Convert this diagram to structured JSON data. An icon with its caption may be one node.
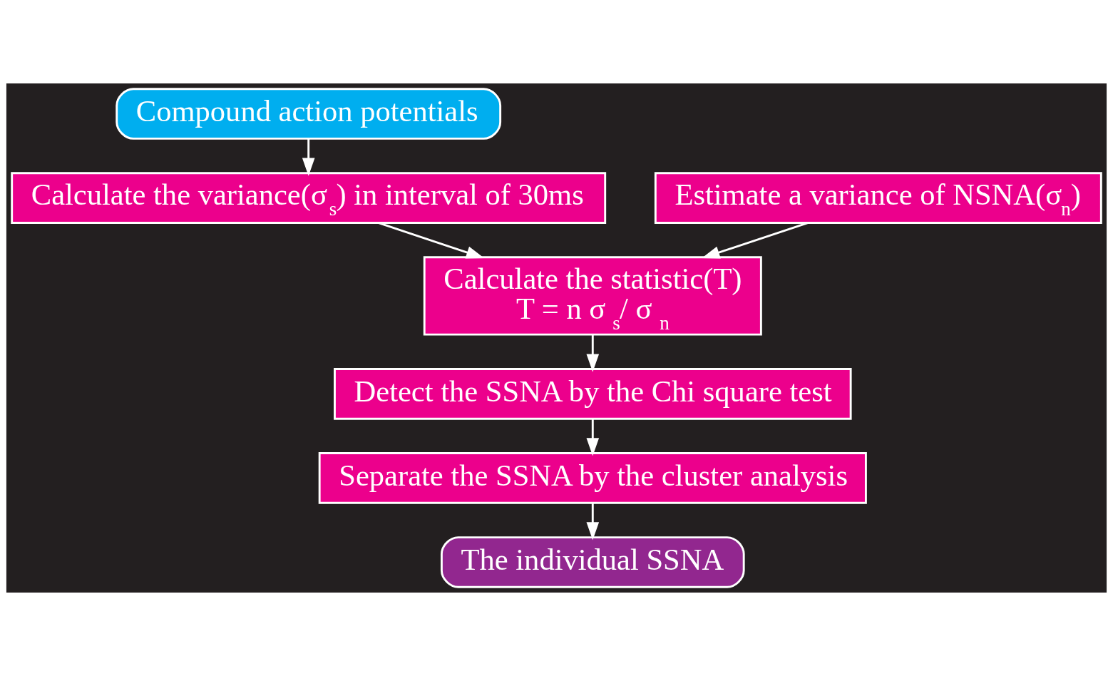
{
  "diagram": {
    "nodes": [
      {
        "text": [
          "Compound action potentials"
        ]
      },
      {
        "text": [
          "Calculate the variance(σ$_{s}$) in interval of 30ms"
        ]
      },
      {
        "text": [
          "Estimate a variance of NSNA(σ$_{n}$)"
        ]
      },
      {
        "text": [
          "Calculate the statistic(T)",
          "T = n σ $_{s}$/ σ $_{n}$"
        ]
      },
      {
        "text": [
          "Detect the SSNA by the Chi square test"
        ]
      },
      {
        "text": [
          "Separate the SSNA by the cluster analysis"
        ]
      },
      {
        "text": [
          "The individual SSNA"
        ]
      }
    ],
    "edges": [
      {
        "from": 0,
        "to": 1,
        "arrow": "to"
      },
      {
        "from": 1,
        "to": 3,
        "arrow": "to"
      },
      {
        "from": 2,
        "to": 3,
        "arrow": "to"
      },
      {
        "from": 3,
        "to": 4,
        "arrow": "to"
      },
      {
        "from": 4,
        "to": 5,
        "arrow": "to"
      },
      {
        "from": 5,
        "to": 6,
        "arrow": "to"
      }
    ]
  }
}
